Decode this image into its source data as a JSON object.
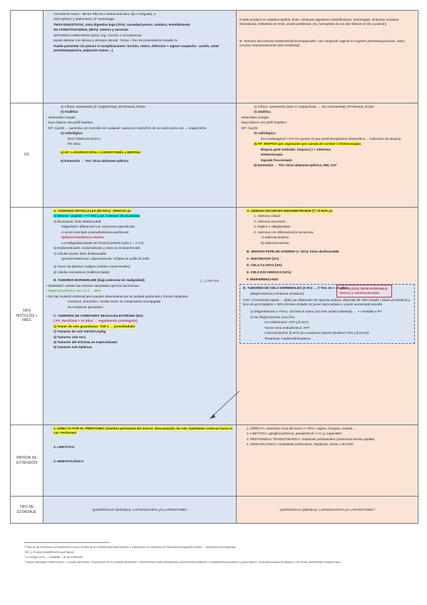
{
  "rows": {
    "top_left": [
      "crecimiento tumor - MASA PÉLVICA abdominal dura, fija e irregular); ≥",
      "dolor pélvico y abdominal y 3º metrorragia",
      "TNOS DIGESTIVOS, stvia digestiva baja (70%): saciedad precoz, vómitos, estreñimiento",
      "SD CONSTITUCIONAL (60%): astenia y anorexia",
      "SINTOMAS URINARIOS (34%): urg. micción e incontinencia",
      "puede debutar con disnea y derrame pleural : forma + frec de presentación estadio IV",
      "Puede presentar c/s precoz si complicaciones: torsión, rotura, infección + signos sospecha : ascitis, edad postmenopaúsica, palpación tumor…)"
    ],
    "top_right": [
      "Puede producir en estadios tardíos: dolor, síntomas digestivos (estreñimiento, rectorragia), síntomas urinarios (hematuria), linfedema en mmii, ascitis peritoneal, tos, hemoptisis (si tos dos últimos si mts a pulmón)",
      "B. Tumores del estroma endometrial/mesenquimales: raro sangrado vaginal en mujeres postmenopaúsicas, masa cervical, leiomiosarcomas (DX incidental)"
    ],
    "dx": {
      "label": "DX",
      "left": [
        "1) Clínica: anamnesis (cl: sospechosa), EFGeneral, EGine",
        "2) Analítica",
        "- sistemático sangre",
        "- bqca básica con perfil hepático",
        "- MT: Ca125 → aumenta con Serositis de cualquier causa (no específico de ca ovario pero uso → seguimiento",
        "3) radiológica:",
        "ECO GINECOLÓGICA",
        "RX tórax",
        "4) AP: LAPAROSCOPIA / LAPAROTOMÍA y BIOPSIA",
        "5) Extensión → TAC tórax-abdomen-pélvico"
      ],
      "right": [
        "1) Clínica: anamnesis (ante cl: sospechosa → cito endometrial), EFGeneral, EGine",
        "2) analítica",
        "- sistemático sangre",
        "- bqca básica con perfil hepático",
        "- MT: Ca125",
        "3) radiológica:",
        "Eco transvaginal > 8-9 mm grosor en pac postmenopáusica sintomática → indicación de Biopsia",
        "4) AP: BIOPSIA por aspiración por cánula de Cornier o histeroscopia",
        "Biopsia gold estándar: biopsia (-) + síntomas",
        "Histeroscopia",
        "legrado fraccionado",
        "5) Extensión → TAC tórax-abdomen-pélvico, RM, CIA¹"
      ]
    },
    "tipo": {
      "label": "TIPO HISTOLÓG + FREC",
      "left": [
        "A. TUMORES EPITELIALES (80-90%): SEROSO pz",
        "1) Seroso - papilar: +++ frec y pz. Cuerpos de psamoma",
        "2) Mucinosos: histo desfavorable",
        "-Diagnóstico diferencial con carcinoma apendicular.",
        "-A veces asociado a pseudomixoma peritoneal.",
        "-Quimiorresistencia relativa.",
        "-La malignidad puede ser focal (muestras cada 1 – 2 cm)",
        "3) Endometrioides: endometriosis y otros ca. Endometrioide",
        "4) Células claras: histo desfavorable",
        "-Quimiorresistencia. Hipercalcemia. Células en anillo de sello",
        "5) Tumor de Brenner maligno (células transicionales)",
        "6) Células escamosas (indiferenciado)",
        "(…): frec 5-6",
        "B. TUMORES BORDERLINE (bajo potencial de malignidad)",
        "• Epiteliales: existen las mismas variedades que los carcinomas",
        "• Mejor pronóstico. SV a 5 a → 80%",
        "• No hay invasión estromal pero pueden diseminarse por la cavidad peritoneal y formar implantes:",
        "Invasivos: pronóstico. Suelen tener un componente micropapilar",
        "No invasivos: pronóstico",
        "C. TUMORES DE CORDONES SEXUALES-ESTROMA (5%)",
        "( PX; Recidivas > 10 años → seguimiento prolongado)",
        "1) Tumor de cels granulosas: TOP 1 → juvenil/adulto",
        "2) Tumores de cels Sertoli-Leydig",
        "3) Tumores cels teca",
        "4) Tumores del estroma no especializado",
        "5) Tumores cels lipídicas"
      ],
      "right": [
        "A. ADENOCARCINOMA ENDOMETRIOIDE (*) 70-80% pz",
        "1. Adenoca ciliado",
        "2. Adenoca secretorio",
        "3. Papilar o villoglandular",
        "4. Adenoca con diferenciación escamosa",
        "A) adenoacantoma",
        "B) adenoescamoso",
        "B. SEROSO PAPILAR UTERINO (< 10%): histo desfavorable",
        "C. MUCINOSOS (1%)",
        "D. CELS CLARAS (4%)",
        "E. CELS ESCAMOSAS (10%)",
        "F. INDIFERENCIADO",
        "HISTOLOGÍA DESFAVORABLE: Seroso y carcinosarcoma"
      ],
      "dash": [
        "D. TUMORES DE CELS GERMINALES (2-3%) → 1ª frec en < 20 años",
        "(disgerminoma y teratoma inmaduro)",
        "OJO: Crecimiento rápido → dolor por distensión de cápsula ovárica: depende 80-70% estadio I (buen pronóstico) y limo dx pq Cisplatino > 90% (incluso Estadio IV) joven dolor pélvico y ovario aumentado tamaño",
        "1) Disgerminoma (++frec): 2/3 limit al ovario (10-15% ovárico bilateral) → ++ sensible a RT",
        "2) No disgerminoma: poco frec",
        "Ca embrionario: AFP y β-HCG",
        "Tumor seno endodérmico: AFP",
        "Coriocarcinoma: β-HCG (en ocasiones hipertir (similitud TSH y β-HCG))",
        "Teratomas: maduros/inmaduros"
      ]
    },
    "patron": {
      "label": "PATRÓN DE EXTENSIÓN",
      "left": [
        "1. DIRECTA POR EL PERITONEO (siembra peritoneal del tumor): descamación de cels. Epiteliales ováricas hacia la cav. Peritoneal",
        "2. LINFÁTICA",
        "3. HEMATOLÓGICA"
      ],
      "right": [
        "1. DIRECTA: extensión local del tumor (++frec): vagina, trompas, ovarios…",
        "2. LINFÁTICA: ganglios pélvicos, paraaórticos >>>> g. inguinales",
        "3. PERITONEAL/ TRANSTUBÁRICA: implantes peritoneales (carcinoma seroso papilar)",
        "4. HEMATOLÓGICA: metástasis pulmonares, hepáticas, óseas o del SNC"
      ]
    },
    "estadiaje": {
      "label": "TIPO DE ESTADIAJE",
      "left": "QUIRÚRGICO² (definitivo): LAPAROSCOPIA y/o LAPAROTOMÍA",
      "right": "QUIRÚRGICO (definitivo): LAPAROSCOPIA y/o LAPAROTOMÍA³"
    }
  },
  "footnotes": [
    "¹ Para dx de extensión ca endometrio a otros niveles de la cavidad abdomino-pélvica o a distancia nos tenemos en Resonancia magnética (RM) → Afectación locorregional;",
    "TAC y Cirugía (estadificación quirúrgica)",
    "² La cirugía sirve → estadiaje + dx de extensión",
    "³ Ambos abordajes deben incluir: • Lavado peritoneal • Exploración de la cavidad abdominal • Histerectomía total extrafascial y anexectomía bilateral • Linfadenectomía pélvica y para-aórtica • Eventual biopsia de epiplón o de zonas peritoneales sospechosas"
  ],
  "colors": {
    "left_col": "#dbe4f3",
    "right_col": "#fbe4d5",
    "highlight": "#ffff00",
    "cyan": "#00ffff",
    "red": "#d4262b",
    "green": "#5bb030"
  }
}
